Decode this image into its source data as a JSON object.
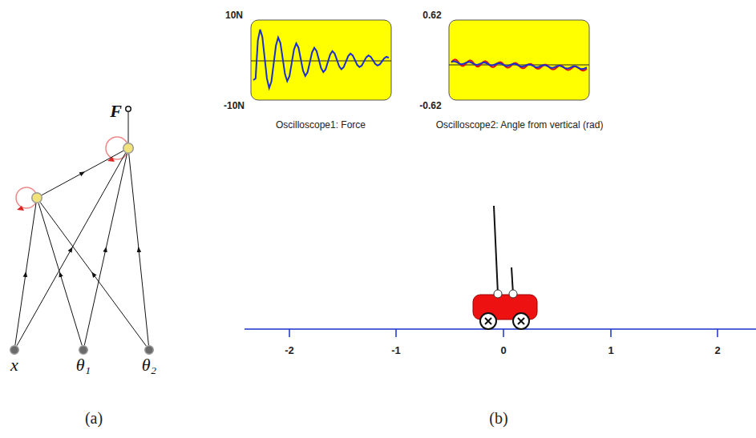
{
  "diagram": {
    "nodes": [
      {
        "text": [
          "F"
        ]
      },
      {
        "text": []
      },
      {
        "text": []
      },
      {
        "text": [
          "x"
        ]
      },
      {
        "text": [
          "θ₁"
        ]
      },
      {
        "text": [
          "θ₂"
        ]
      }
    ],
    "edges": [
      {
        "from": 3,
        "to": 2,
        "arrow": "to"
      },
      {
        "from": 3,
        "to": 1,
        "arrow": "to"
      },
      {
        "from": 4,
        "to": 2,
        "arrow": "to"
      },
      {
        "from": 4,
        "to": 1,
        "arrow": "to"
      },
      {
        "from": 5,
        "to": 2,
        "arrow": "to"
      },
      {
        "from": 5,
        "to": 1,
        "arrow": "to"
      },
      {
        "from": 2,
        "to": 1,
        "arrow": "to"
      },
      {
        "from": 1,
        "to": 0,
        "arrow": "none"
      }
    ],
    "labels": [
      "10N",
      "-10N",
      "Oscilloscope1: Force",
      "0.62",
      "-0.62",
      "Oscilloscope2: Angle from vertical (rad)",
      "-2",
      "-1",
      "0",
      "1",
      "2",
      "(a)",
      "(b)"
    ]
  }
}
